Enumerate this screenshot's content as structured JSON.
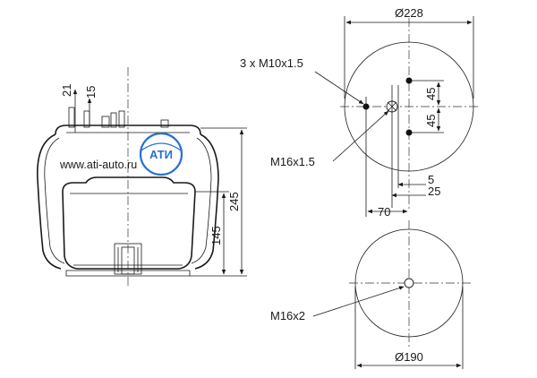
{
  "site": {
    "url": "www.ati-auto.ru",
    "logo_text": "АТИ",
    "brand_color": "#2a6fd1"
  },
  "side_view": {
    "dims": {
      "d21": "21",
      "d15": "15",
      "d245": "245",
      "d145": "145"
    }
  },
  "top_view": {
    "diameter": "Ø228",
    "thread_holes": "3 x M10x1.5",
    "center_thread": "M16x1.5",
    "d45_upper": "45",
    "d45_lower": "45",
    "d5": "5",
    "d25": "25",
    "d70": "70"
  },
  "bottom_view": {
    "diameter": "Ø190",
    "center_thread": "M16x2"
  }
}
